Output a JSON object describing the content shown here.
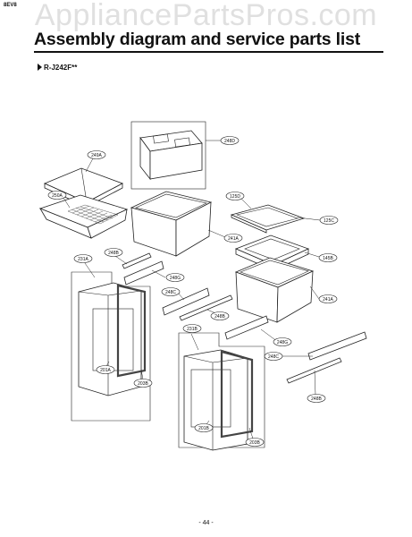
{
  "header": {
    "tag": "8EV8",
    "watermark": "AppliancePartsPros.com",
    "title": "Assembly diagram and service parts list",
    "model": "R-J242F**"
  },
  "callouts": [
    {
      "id": "c248D",
      "label": "248D"
    },
    {
      "id": "c249A",
      "label": "249A"
    },
    {
      "id": "c250A",
      "label": "250A"
    },
    {
      "id": "c125D",
      "label": "125D"
    },
    {
      "id": "c125C",
      "label": "125C"
    },
    {
      "id": "c241A1",
      "label": "241A"
    },
    {
      "id": "c145B",
      "label": "145B"
    },
    {
      "id": "c231A",
      "label": "231A"
    },
    {
      "id": "c248B1",
      "label": "248B"
    },
    {
      "id": "c248G1",
      "label": "248G"
    },
    {
      "id": "c248C1",
      "label": "248C"
    },
    {
      "id": "c241A2",
      "label": "241A"
    },
    {
      "id": "c248B2",
      "label": "248B"
    },
    {
      "id": "c231B",
      "label": "231B"
    },
    {
      "id": "c201A",
      "label": "201A"
    },
    {
      "id": "c203B1",
      "label": "203B"
    },
    {
      "id": "c248G2",
      "label": "248G"
    },
    {
      "id": "c248C2",
      "label": "248C"
    },
    {
      "id": "c248B3",
      "label": "248B"
    },
    {
      "id": "c201B",
      "label": "201B"
    },
    {
      "id": "c203B2",
      "label": "203B"
    }
  ],
  "footer": {
    "page": "- 44 -"
  }
}
